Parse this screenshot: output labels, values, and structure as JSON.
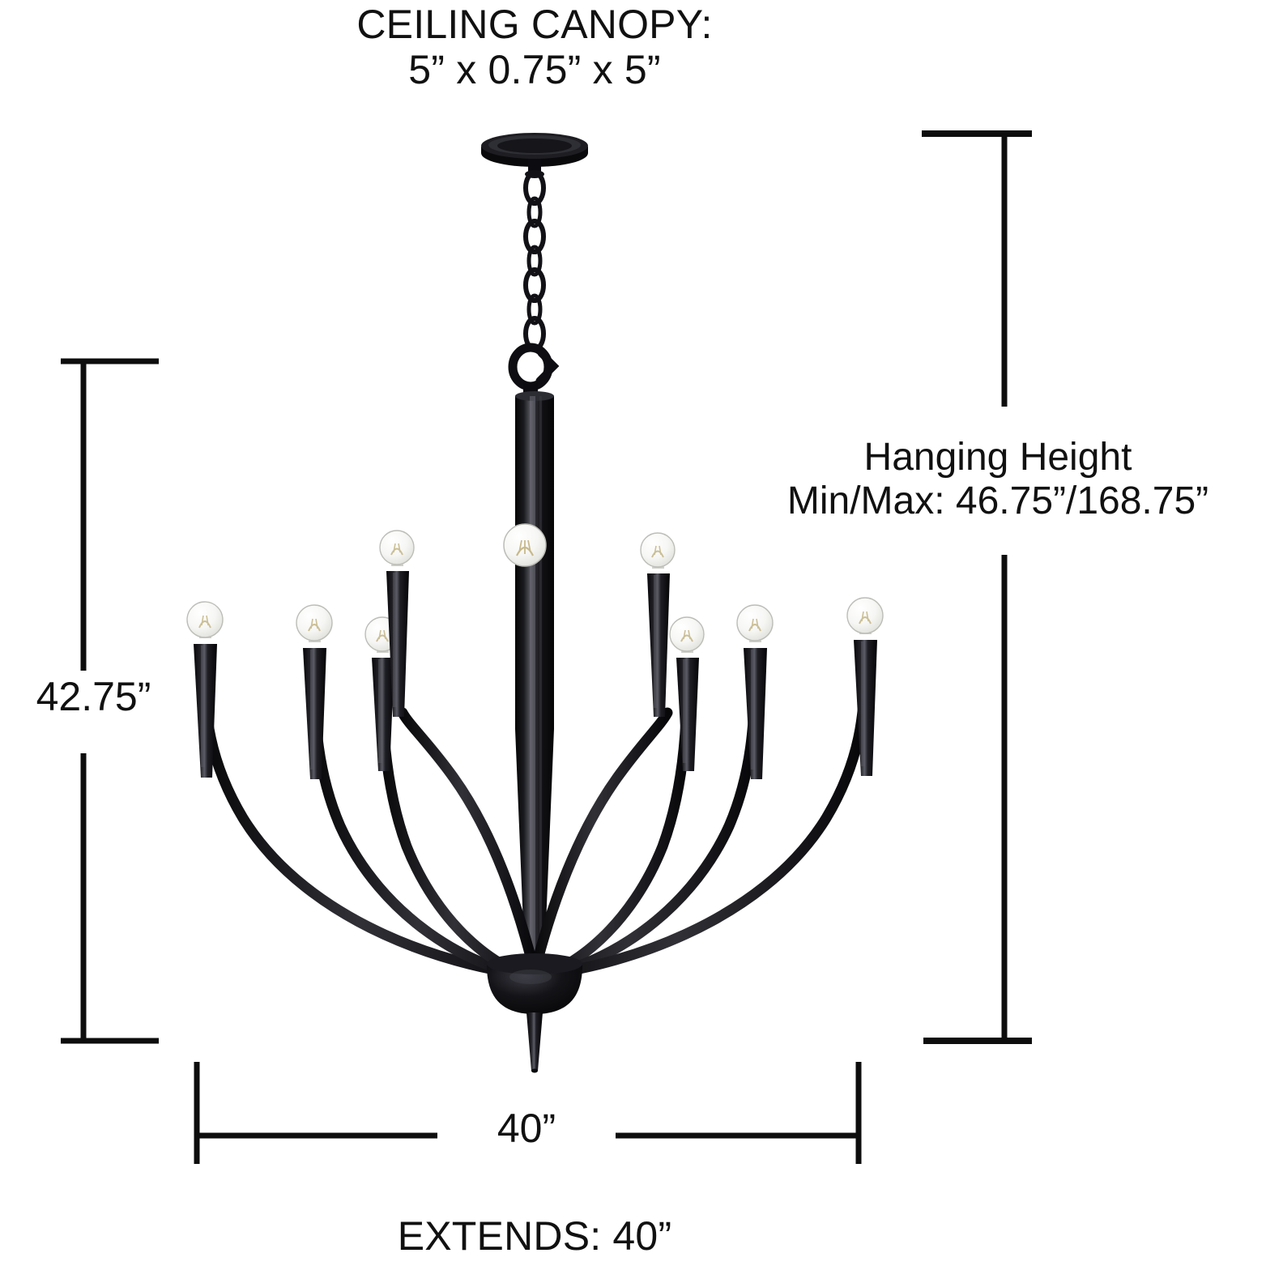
{
  "product": {
    "type": "chandelier",
    "finish_color": "#0b0b0c",
    "bulb_count": 9,
    "arm_count": 8
  },
  "labels": {
    "canopy": "CEILING CANOPY:\n5” x 0.75” x 5”",
    "hanging_height": "Hanging Height\nMin/Max: 46.75”/168.75”",
    "height": "42.75”",
    "width": "40”",
    "extends": "EXTENDS: 40”"
  },
  "dimensions": {
    "canopy_width_in": "5”",
    "canopy_depth_in": "0.75”",
    "canopy_height_in": "5”",
    "hanging_min_in": "46.75”",
    "hanging_max_in": "168.75”",
    "fixture_height_in": "42.75”",
    "fixture_width_in": "40”",
    "extends_in": "40”"
  },
  "colors": {
    "ink": "#111111",
    "line": "#0d0d0d",
    "metal_dark": "#070708",
    "metal_mid": "#1b1b1e",
    "metal_light": "#53535a",
    "glass": "#f4f4f2",
    "filament": "#d8c89a",
    "background": "#ffffff"
  },
  "icons": {
    "canopy": "ceiling-canopy-icon",
    "chain": "chain-icon",
    "stem": "stem-icon",
    "hub": "hub-icon",
    "finial": "finial-icon",
    "bulb": "bulb-icon"
  }
}
